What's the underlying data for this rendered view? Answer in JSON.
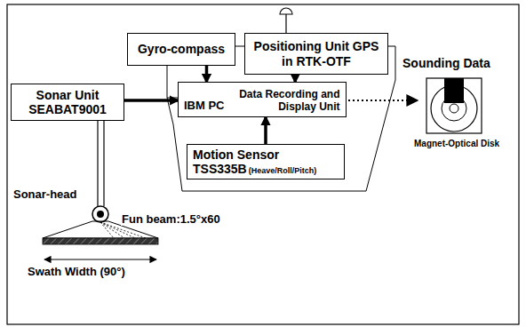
{
  "diagram": {
    "nodes": [
      {
        "text": [
          "Gyro-compass"
        ]
      },
      {
        "text": [
          "Positioning Unit GPS in RTK-OTF"
        ]
      },
      {
        "text": [
          "Sonar Unit SEABAT9001"
        ]
      },
      {
        "text": [
          "IBM PC",
          "Data Recording and Display Unit"
        ]
      },
      {
        "text": [
          "Motion Sensor",
          "TSS335B",
          "(Heave/Roll/Pitch)"
        ]
      }
    ],
    "edges": [
      {
        "from": 0,
        "to": 3,
        "arrow": "to"
      },
      {
        "from": 1,
        "to": 3,
        "arrow": "to"
      },
      {
        "from": 2,
        "to": 3,
        "arrow": "to"
      },
      {
        "from": 4,
        "to": 3,
        "arrow": "to"
      }
    ],
    "labels": [
      "Sounding Data",
      "Magnet-Optical Disk",
      "Sonar-head",
      "Fun beam:1.5°x60",
      "Swath Width (90°)"
    ]
  }
}
